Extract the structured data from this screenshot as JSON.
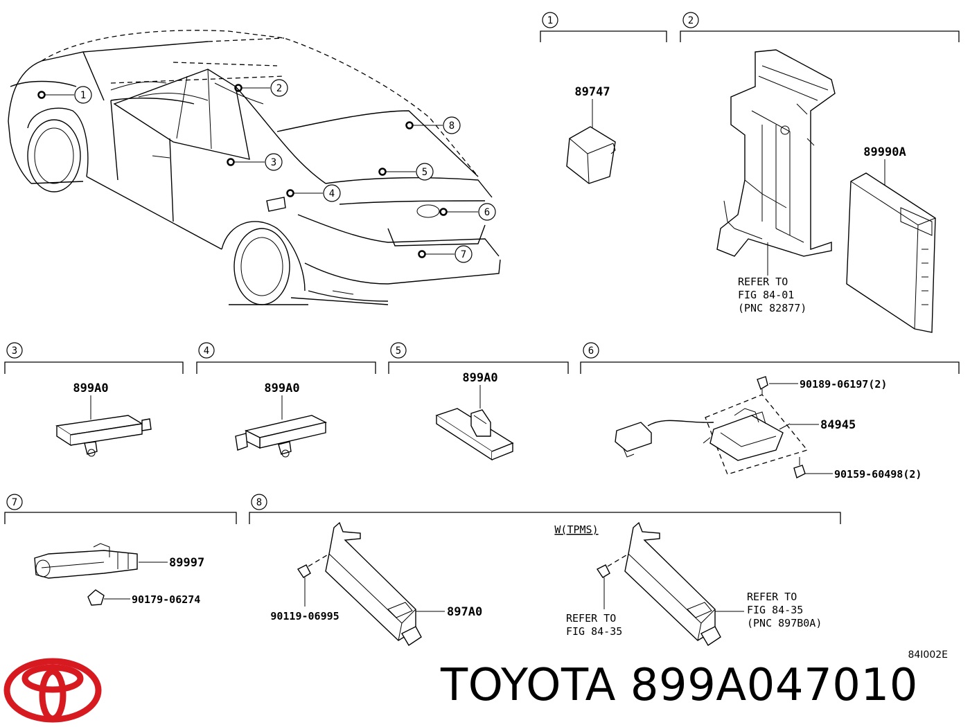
{
  "figure_code": "84I002E",
  "brand": {
    "logo": "toyota-emblem",
    "text": "TOYOTA 899A047010",
    "logo_color": "#d71920"
  },
  "callouts": [
    "1",
    "2",
    "3",
    "4",
    "5",
    "6",
    "7",
    "8"
  ],
  "sections": {
    "s1": {
      "num": "1",
      "part": "89747"
    },
    "s2": {
      "num": "2",
      "part": "89990A",
      "refer": [
        "REFER TO",
        "FIG 84-01",
        "(PNC 82877)"
      ]
    },
    "s3": {
      "num": "3",
      "part": "899A0"
    },
    "s4": {
      "num": "4",
      "part": "899A0"
    },
    "s5": {
      "num": "5",
      "part": "899A0"
    },
    "s6": {
      "num": "6",
      "part": "84945",
      "bolt_top": "90189-06197(2)",
      "bolt_bottom": "90159-60498(2)"
    },
    "s7": {
      "num": "7",
      "part": "89997",
      "clip": "90179-06274"
    },
    "s8": {
      "num": "8",
      "part": "897A0",
      "screw": "90119-06995",
      "variant": "W(TPMS)",
      "refer_left": [
        "REFER TO",
        "FIG 84-35"
      ],
      "refer_right": [
        "REFER TO",
        "FIG 84-35",
        "(PNC 897B0A)"
      ]
    }
  }
}
